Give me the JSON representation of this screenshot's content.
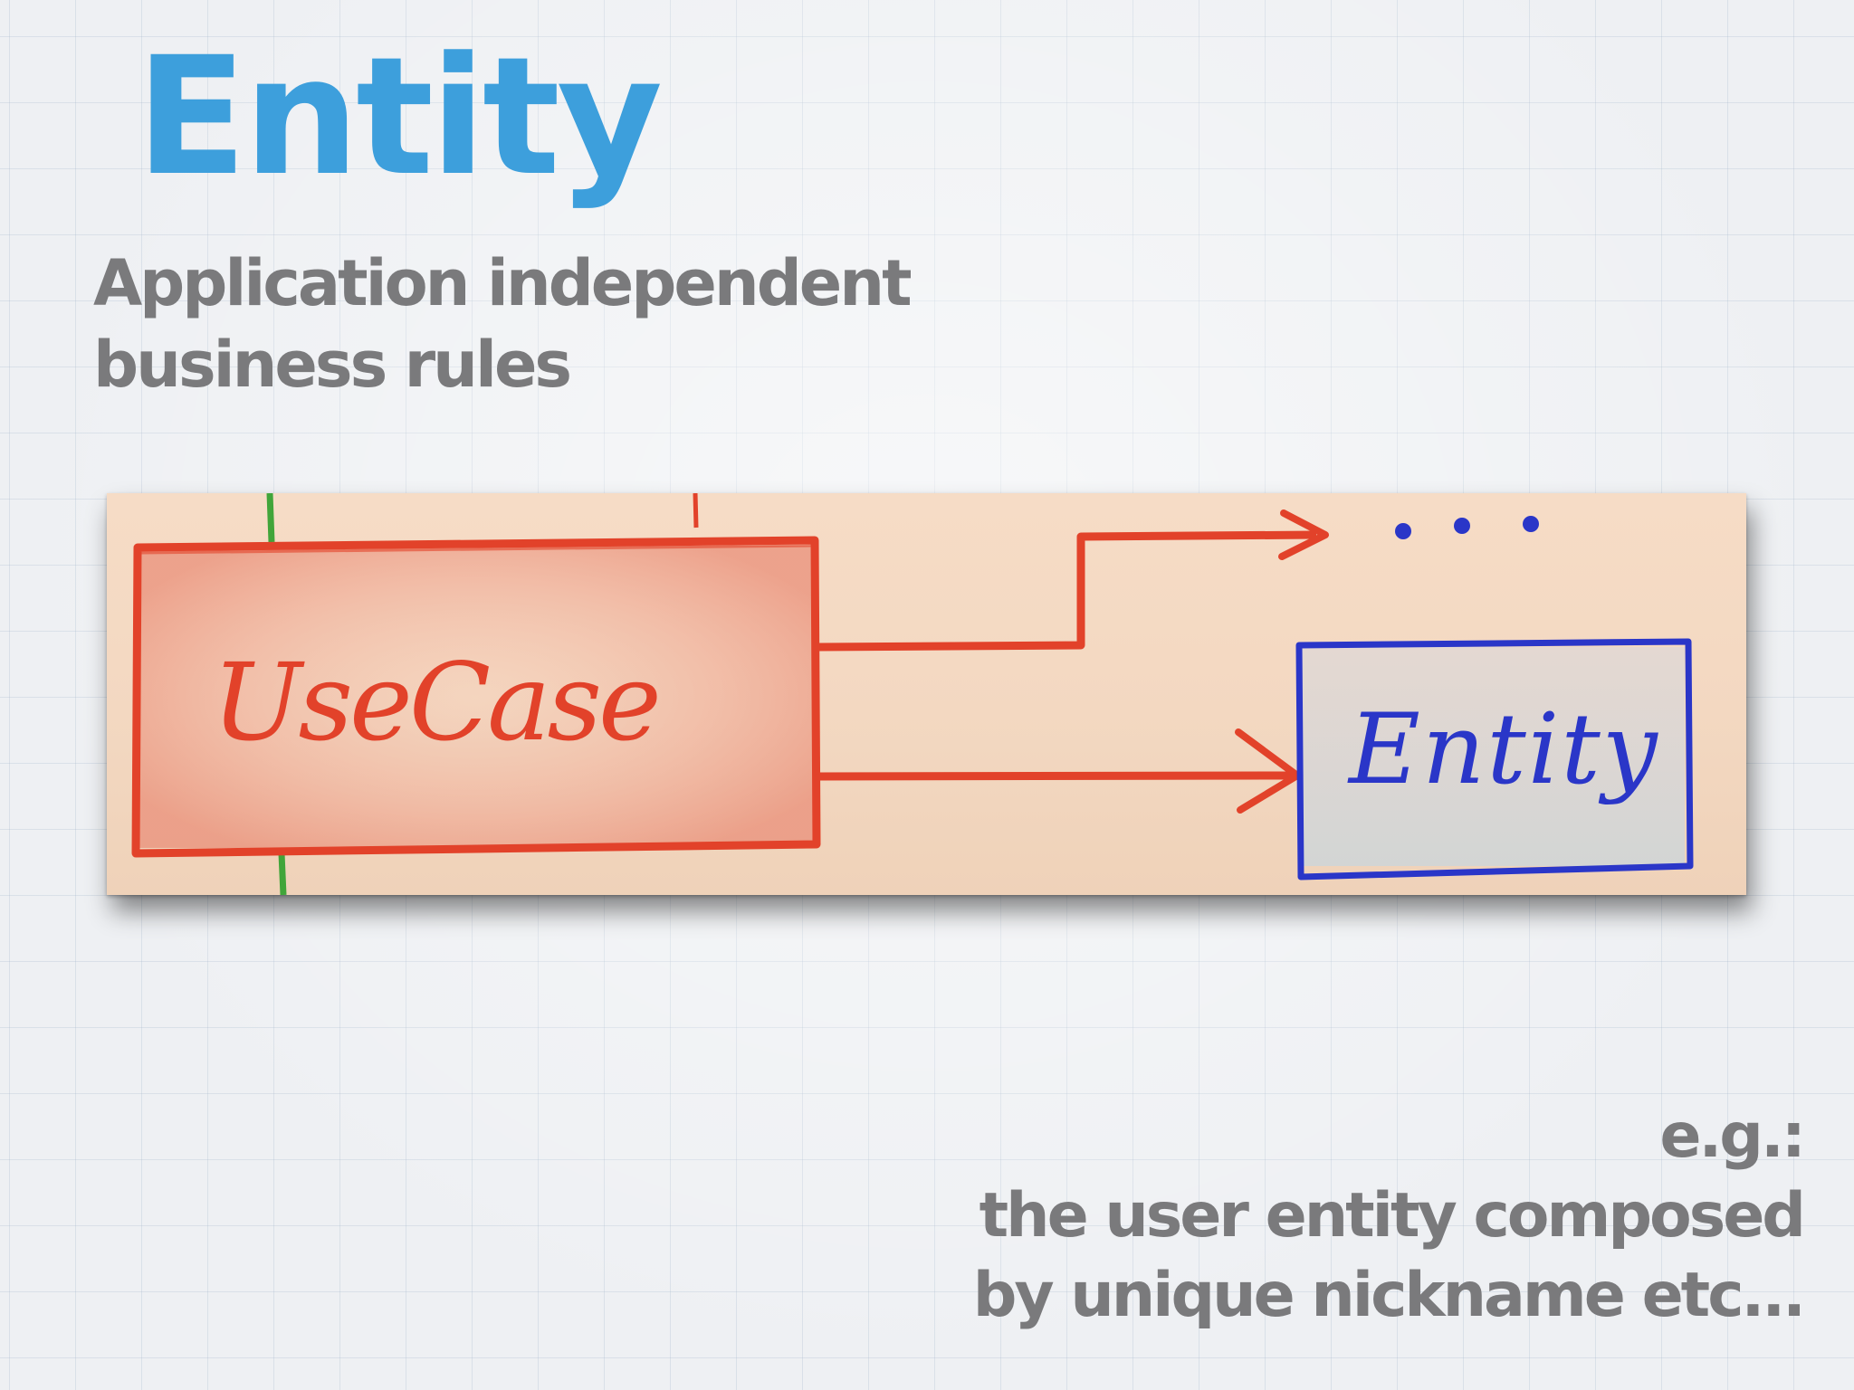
{
  "slide": {
    "title": "Entity",
    "subtitle_lines": [
      "Application independent",
      "business rules"
    ]
  },
  "diagram": {
    "usecase_label": "UseCase",
    "entity_label": "Entity",
    "ellipsis": "• • •",
    "colors": {
      "usecase": "#e2422a",
      "entity": "#2a36c8",
      "connector": "#41a53a",
      "paper": "#f4dac3",
      "title": "#3d9fdc",
      "body_text": "#7a7a7c"
    }
  },
  "footnote": {
    "lines": [
      "e.g.:",
      "the user entity  composed",
      "by unique nickname etc..."
    ]
  }
}
